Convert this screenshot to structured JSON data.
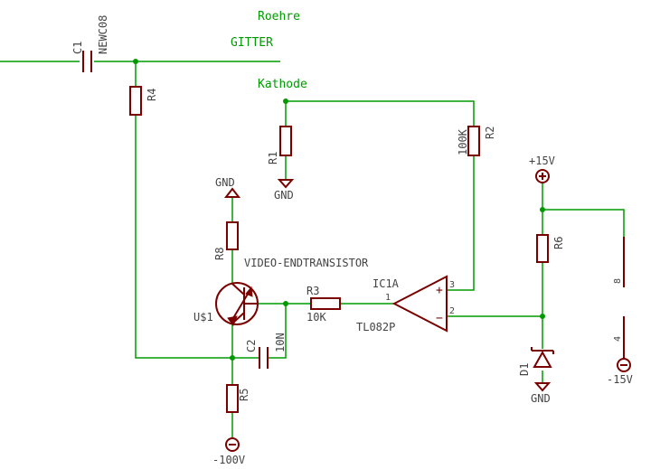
{
  "nets": {
    "roehre": "Roehre",
    "gitter": "GITTER",
    "kathode": "Kathode"
  },
  "parts": {
    "c1": {
      "name": "C1",
      "value": "NEWC08"
    },
    "r4": {
      "name": "R4"
    },
    "r1": {
      "name": "R1"
    },
    "r2": {
      "name": "R2",
      "value": "100K"
    },
    "r8": {
      "name": "R8"
    },
    "r3": {
      "name": "R3",
      "value": "10K"
    },
    "r5": {
      "name": "R5"
    },
    "r6": {
      "name": "R6"
    },
    "c2": {
      "name": "C2",
      "value": "10N"
    },
    "u1": {
      "name": "U$1",
      "value": "VIDEO-ENDTRANSISTOR"
    },
    "ic1": {
      "name": "IC1A",
      "value": "TL082P"
    },
    "d1": {
      "name": "D1"
    }
  },
  "pins": {
    "ic_out": "1",
    "ic_plus": "3",
    "ic_minus": "2",
    "pin8": "8",
    "pin4": "4",
    "plus_sign": "+",
    "minus_sign": "−"
  },
  "supplies": {
    "gnd_r1": "GND",
    "gnd_r8": "GND",
    "gnd_d1": "GND",
    "plus15": "+15V",
    "minus15": "-15V",
    "minus100": "-100V"
  },
  "colors": {
    "wire": "#009a00",
    "part": "#7a0000",
    "text": "#444444"
  }
}
